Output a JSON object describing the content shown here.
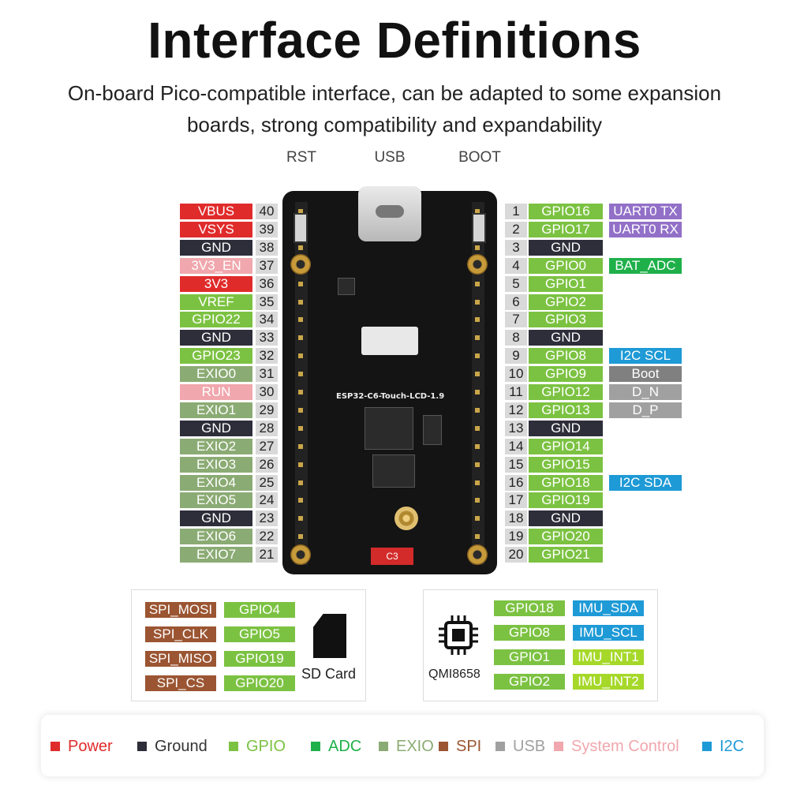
{
  "title": "Interface Definitions",
  "subtitle_line1": "On-board Pico-compatible interface, can be adapted to some expansion",
  "subtitle_line2": "boards, strong compatibility and expandability",
  "top_labels": {
    "rst": "RST",
    "usb": "USB",
    "boot": "BOOT"
  },
  "colors": {
    "power": "#e02b2b",
    "ground": "#2e2e3a",
    "gpio": "#7cc242",
    "adc": "#1fb04a",
    "exio": "#8bab74",
    "spi": "#9b5532",
    "usb": "#a0a0a0",
    "system": "#f0a7ad",
    "i2c": "#1e9ad6",
    "uart": "#9270c8",
    "boot": "#808080",
    "imu_int": "#a6d82a"
  },
  "left_pins": [
    {
      "num": "40",
      "label": "VBUS",
      "type": "power"
    },
    {
      "num": "39",
      "label": "VSYS",
      "type": "power"
    },
    {
      "num": "38",
      "label": "GND",
      "type": "ground"
    },
    {
      "num": "37",
      "label": "3V3_EN",
      "type": "system"
    },
    {
      "num": "36",
      "label": "3V3",
      "type": "power"
    },
    {
      "num": "35",
      "label": "VREF",
      "type": "gpio"
    },
    {
      "num": "34",
      "label": "GPIO22",
      "type": "gpio"
    },
    {
      "num": "33",
      "label": "GND",
      "type": "ground"
    },
    {
      "num": "32",
      "label": "GPIO23",
      "type": "gpio"
    },
    {
      "num": "31",
      "label": "EXIO0",
      "type": "exio"
    },
    {
      "num": "30",
      "label": "RUN",
      "type": "system"
    },
    {
      "num": "29",
      "label": "EXIO1",
      "type": "exio"
    },
    {
      "num": "28",
      "label": "GND",
      "type": "ground"
    },
    {
      "num": "27",
      "label": "EXIO2",
      "type": "exio"
    },
    {
      "num": "26",
      "label": "EXIO3",
      "type": "exio"
    },
    {
      "num": "25",
      "label": "EXIO4",
      "type": "exio"
    },
    {
      "num": "24",
      "label": "EXIO5",
      "type": "exio"
    },
    {
      "num": "23",
      "label": "GND",
      "type": "ground"
    },
    {
      "num": "22",
      "label": "EXIO6",
      "type": "exio"
    },
    {
      "num": "21",
      "label": "EXIO7",
      "type": "exio"
    }
  ],
  "right_pins": [
    {
      "num": "1",
      "label": "GPIO16",
      "type": "gpio",
      "extra": "UART0 TX",
      "extra_type": "uart"
    },
    {
      "num": "2",
      "label": "GPIO17",
      "type": "gpio",
      "extra": "UART0 RX",
      "extra_type": "uart"
    },
    {
      "num": "3",
      "label": "GND",
      "type": "ground",
      "extra": "",
      "extra_type": ""
    },
    {
      "num": "4",
      "label": "GPIO0",
      "type": "gpio",
      "extra": "BAT_ADC",
      "extra_type": "adc"
    },
    {
      "num": "5",
      "label": "GPIO1",
      "type": "gpio",
      "extra": "",
      "extra_type": ""
    },
    {
      "num": "6",
      "label": "GPIO2",
      "type": "gpio",
      "extra": "",
      "extra_type": ""
    },
    {
      "num": "7",
      "label": "GPIO3",
      "type": "gpio",
      "extra": "",
      "extra_type": ""
    },
    {
      "num": "8",
      "label": "GND",
      "type": "ground",
      "extra": "",
      "extra_type": ""
    },
    {
      "num": "9",
      "label": "GPIO8",
      "type": "gpio",
      "extra": "I2C SCL",
      "extra_type": "i2c"
    },
    {
      "num": "10",
      "label": "GPIO9",
      "type": "gpio",
      "extra": "Boot",
      "extra_type": "boot"
    },
    {
      "num": "11",
      "label": "GPIO12",
      "type": "gpio",
      "extra": "D_N",
      "extra_type": "usb"
    },
    {
      "num": "12",
      "label": "GPIO13",
      "type": "gpio",
      "extra": "D_P",
      "extra_type": "usb"
    },
    {
      "num": "13",
      "label": "GND",
      "type": "ground",
      "extra": "",
      "extra_type": ""
    },
    {
      "num": "14",
      "label": "GPIO14",
      "type": "gpio",
      "extra": "",
      "extra_type": ""
    },
    {
      "num": "15",
      "label": "GPIO15",
      "type": "gpio",
      "extra": "",
      "extra_type": ""
    },
    {
      "num": "16",
      "label": "GPIO18",
      "type": "gpio",
      "extra": "I2C SDA",
      "extra_type": "i2c"
    },
    {
      "num": "17",
      "label": "GPIO19",
      "type": "gpio",
      "extra": "",
      "extra_type": ""
    },
    {
      "num": "18",
      "label": "GND",
      "type": "ground",
      "extra": "",
      "extra_type": ""
    },
    {
      "num": "19",
      "label": "GPIO20",
      "type": "gpio",
      "extra": "",
      "extra_type": ""
    },
    {
      "num": "20",
      "label": "GPIO21",
      "type": "gpio",
      "extra": "",
      "extra_type": ""
    }
  ],
  "board": {
    "name": "ESP32-C6-Touch-LCD-1.9",
    "chip_label": "C3"
  },
  "sd_card": {
    "label": "SD Card",
    "rows": [
      {
        "fn": "SPI_MOSI",
        "gpio": "GPIO4"
      },
      {
        "fn": "SPI_CLK",
        "gpio": "GPIO5"
      },
      {
        "fn": "SPI_MISO",
        "gpio": "GPIO19"
      },
      {
        "fn": "SPI_CS",
        "gpio": "GPIO20"
      }
    ]
  },
  "imu": {
    "label": "QMI8658",
    "rows": [
      {
        "gpio": "GPIO18",
        "fn": "IMU_SDA",
        "fn_type": "i2c"
      },
      {
        "gpio": "GPIO8",
        "fn": "IMU_SCL",
        "fn_type": "i2c"
      },
      {
        "gpio": "GPIO1",
        "fn": "IMU_INT1",
        "fn_type": "imu_int"
      },
      {
        "gpio": "GPIO2",
        "fn": "IMU_INT2",
        "fn_type": "imu_int"
      }
    ]
  },
  "legend": [
    {
      "label": "Power",
      "type": "power",
      "text_color": "#e02b2b"
    },
    {
      "label": "Ground",
      "type": "ground",
      "text_color": "#333333"
    },
    {
      "label": "GPIO",
      "type": "gpio",
      "text_color": "#7cc242"
    },
    {
      "label": "ADC",
      "type": "adc",
      "text_color": "#1fb04a"
    },
    {
      "label": "EXIO",
      "type": "exio",
      "text_color": "#8bab74"
    },
    {
      "label": "SPI",
      "type": "spi",
      "text_color": "#9b5532"
    },
    {
      "label": "USB",
      "type": "usb",
      "text_color": "#a0a0a0"
    },
    {
      "label": "System Control",
      "type": "system",
      "text_color": "#f0a7ad"
    },
    {
      "label": "I2C",
      "type": "i2c",
      "text_color": "#1e9ad6"
    }
  ]
}
